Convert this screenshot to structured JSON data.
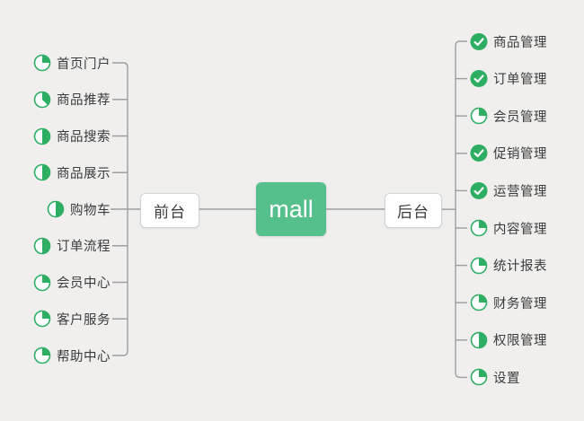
{
  "root": {
    "label": "mall"
  },
  "branches": [
    {
      "label": "前台",
      "side": "left",
      "items": [
        {
          "label": "首页门户",
          "icon": "pie",
          "progress": 0.25
        },
        {
          "label": "商品推荐",
          "icon": "pie",
          "progress": 0.375
        },
        {
          "label": "商品搜索",
          "icon": "pie",
          "progress": 0.5
        },
        {
          "label": "商品展示",
          "icon": "pie",
          "progress": 0.5
        },
        {
          "label": "购物车",
          "icon": "pie",
          "progress": 0.5
        },
        {
          "label": "订单流程",
          "icon": "pie",
          "progress": 0.5
        },
        {
          "label": "会员中心",
          "icon": "pie",
          "progress": 0.25
        },
        {
          "label": "客户服务",
          "icon": "pie",
          "progress": 0.25
        },
        {
          "label": "帮助中心",
          "icon": "pie",
          "progress": 0.25
        }
      ]
    },
    {
      "label": "后台",
      "side": "right",
      "items": [
        {
          "label": "商品管理",
          "icon": "check"
        },
        {
          "label": "订单管理",
          "icon": "check"
        },
        {
          "label": "会员管理",
          "icon": "pie",
          "progress": 0.25
        },
        {
          "label": "促销管理",
          "icon": "check"
        },
        {
          "label": "运营管理",
          "icon": "check"
        },
        {
          "label": "内容管理",
          "icon": "pie",
          "progress": 0.25
        },
        {
          "label": "统计报表",
          "icon": "pie",
          "progress": 0.25
        },
        {
          "label": "财务管理",
          "icon": "pie",
          "progress": 0.25
        },
        {
          "label": "权限管理",
          "icon": "pie",
          "progress": 0.5
        },
        {
          "label": "设置",
          "icon": "pie",
          "progress": 0.25
        }
      ]
    }
  ],
  "colors": {
    "accent_green": "#2eae63",
    "root_bg": "#55c08b",
    "line": "#9e9e9e",
    "canvas_bg": "#f0efee",
    "text": "#3b3b3b"
  }
}
